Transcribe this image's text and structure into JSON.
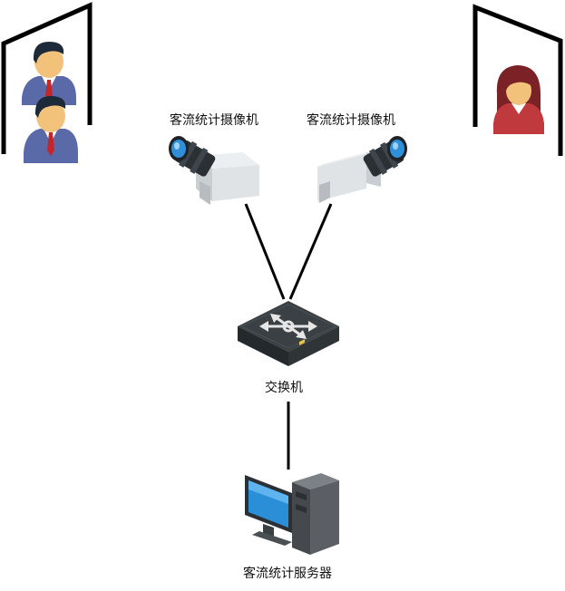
{
  "labels": {
    "camera_left": "客流统计摄像机",
    "camera_right": "客流统计摄像机",
    "switch": "交换机",
    "server": "客流统计服务器"
  },
  "colors": {
    "line": "#000000",
    "shirt_blue": "#5a6aa8",
    "tie_red": "#c3262b",
    "skin": "#f2c27a",
    "hair_dark": "#1d2a3a",
    "woman_red": "#c0393d",
    "woman_hair": "#7a2226",
    "lens_blue": "#2f8fd8",
    "switch_dark": "#2f3437",
    "monitor_screen": "#2a8fd6",
    "tower_gray": "#5b5f63"
  },
  "icons": {
    "left_group": "two-men-icon",
    "right_person": "woman-icon",
    "camera": "camera-icon",
    "switch": "network-switch-icon",
    "server": "computer-server-icon"
  }
}
